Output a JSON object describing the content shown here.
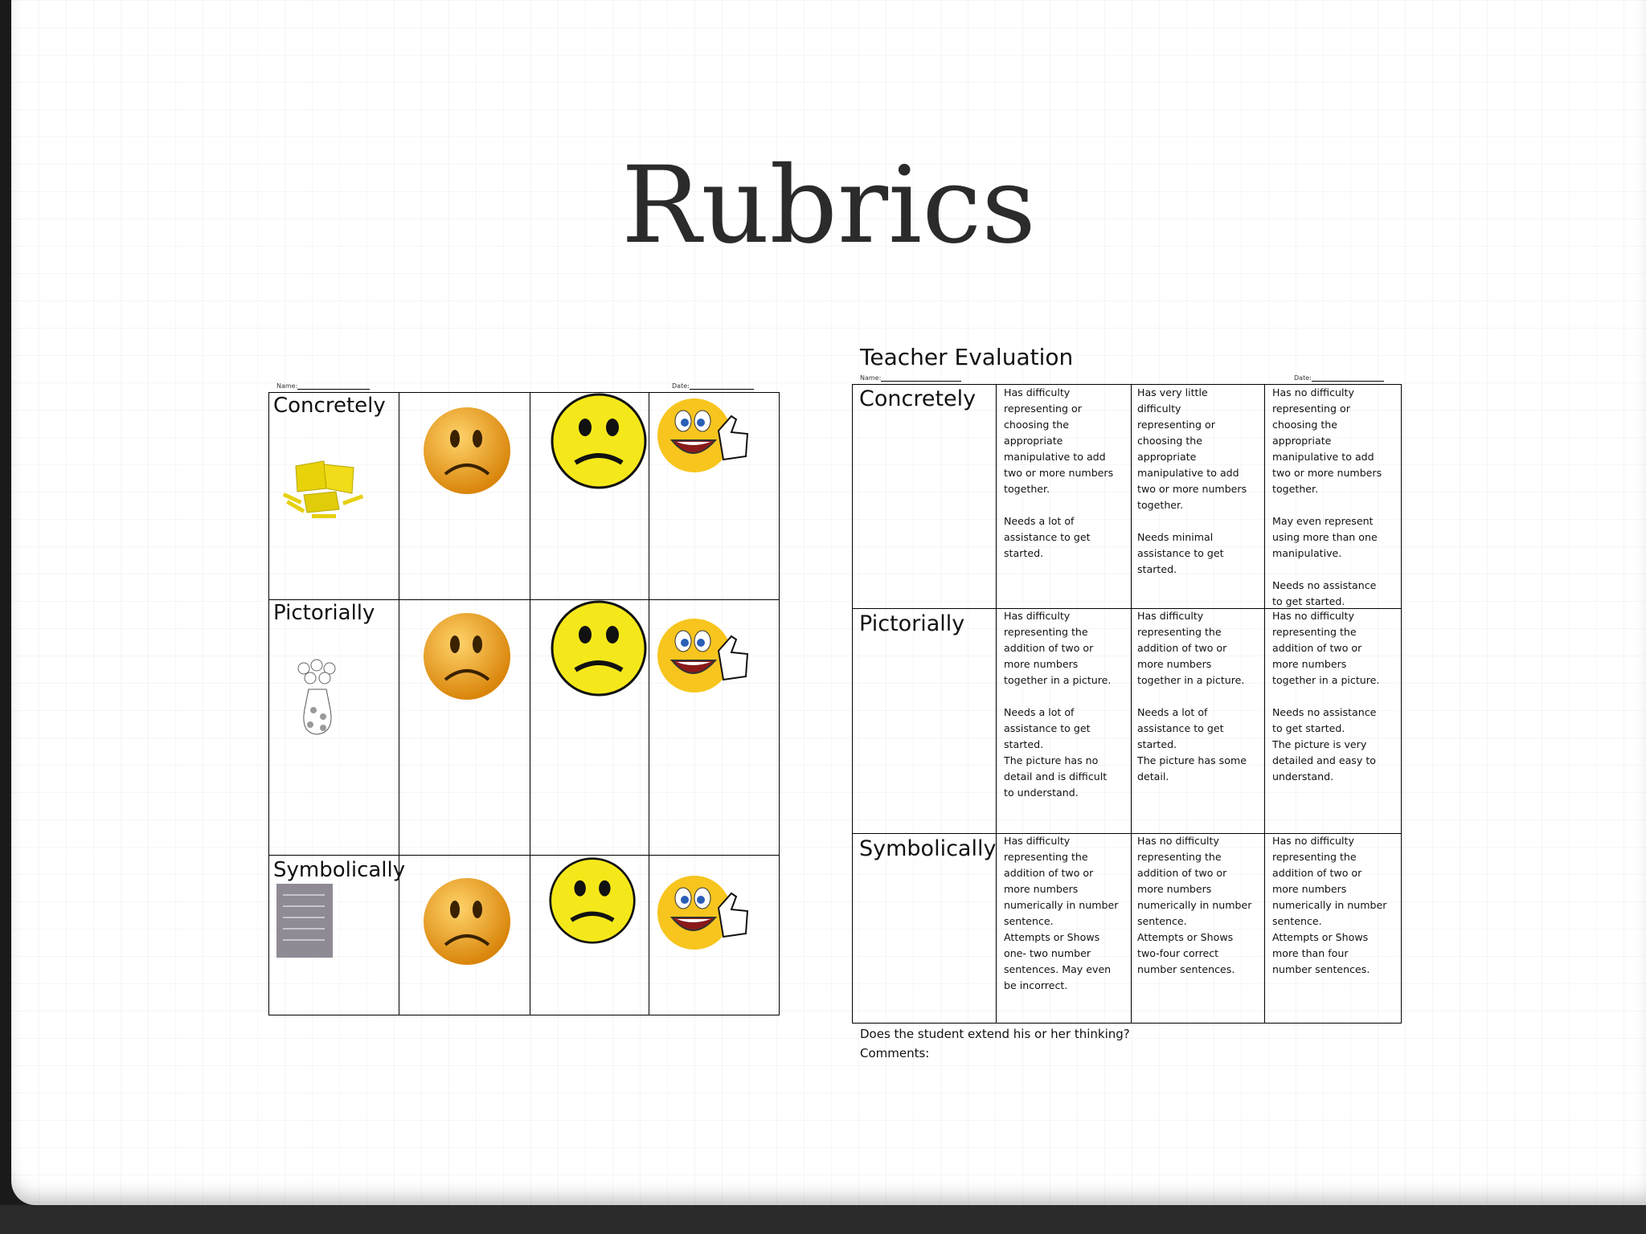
{
  "slide": {
    "title": "Rubrics"
  },
  "left_rubric": {
    "name_label": "Name:",
    "date_label": "Date:",
    "rows": [
      {
        "label": "Concretely",
        "image": "yellow-manipulative-blocks"
      },
      {
        "label": "Pictorially",
        "image": "flower-vase-drawing"
      },
      {
        "label": "Symbolically",
        "image": "number-sentence-card"
      }
    ],
    "faces": [
      "sad-face-icon",
      "neutral-face-icon",
      "happy-thumbs-up-face-icon"
    ],
    "colors": {
      "sad": "#f0a020",
      "neutral": "#f5e81a",
      "happy": "#f7c51e"
    }
  },
  "teacher_evaluation": {
    "title": "Teacher Evaluation",
    "name_label": "Name:",
    "date_label": "Date:",
    "rows": [
      {
        "label": "Concretely",
        "cells": [
          "Has difficulty\nrepresenting or\nchoosing the\nappropriate\nmanipulative to add\ntwo or more numbers\ntogether.\n\nNeeds a lot of\nassistance to get\nstarted.",
          "Has very little\ndifficulty\nrepresenting or\nchoosing the\nappropriate\nmanipulative to add\ntwo or more numbers\ntogether.\n\nNeeds minimal\nassistance to get\nstarted.",
          "Has no difficulty\nrepresenting or\nchoosing the\nappropriate\nmanipulative to add\ntwo or more numbers\ntogether.\n\nMay even represent\nusing more than one\nmanipulative.\n\nNeeds no assistance\nto get started."
        ]
      },
      {
        "label": "Pictorially",
        "cells": [
          "Has difficulty\nrepresenting the\naddition of two or\nmore numbers\ntogether in a picture.\n\nNeeds a lot of\nassistance to get\nstarted.\nThe picture has no\ndetail and is difficult\nto understand.",
          "Has difficulty\nrepresenting the\naddition of two or\nmore numbers\ntogether in a picture.\n\nNeeds a lot of\nassistance to get\nstarted.\nThe picture has some\ndetail.",
          "Has no difficulty\nrepresenting the\naddition of two or\nmore numbers\ntogether in a picture.\n\nNeeds no assistance\nto get started.\nThe picture is very\ndetailed and easy to\nunderstand."
        ]
      },
      {
        "label": "Symbolically",
        "cells": [
          "Has difficulty\nrepresenting the\naddition of two or\nmore numbers\nnumerically in number\nsentence.\nAttempts or Shows\none- two number\nsentences. May even\nbe incorrect.",
          "Has no difficulty\nrepresenting the\naddition of two or\nmore numbers\nnumerically in number\nsentence.\nAttempts or Shows\ntwo-four correct\nnumber sentences.",
          "Has no difficulty\nrepresenting the\naddition of two or\nmore numbers\nnumerically in number\nsentence.\nAttempts or Shows\nmore than four\nnumber sentences."
        ]
      }
    ],
    "footer_question": "Does the student extend his or her thinking?",
    "footer_comments": "Comments:"
  }
}
